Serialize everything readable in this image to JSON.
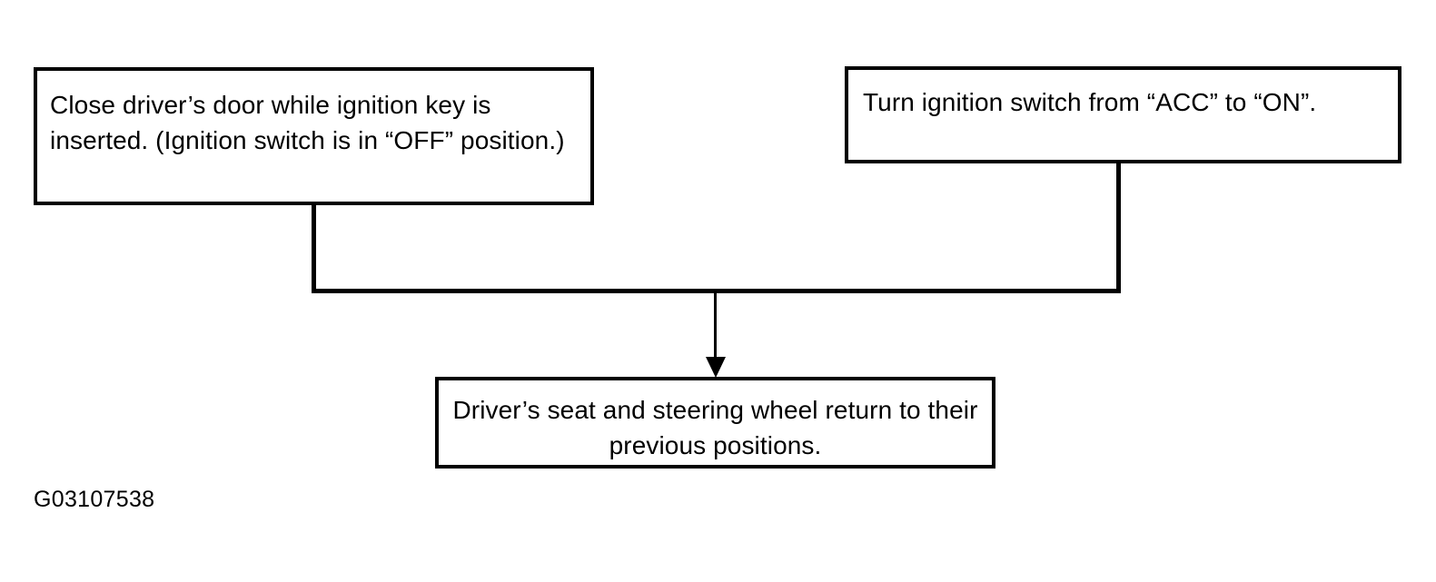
{
  "diagram": {
    "type": "flowchart",
    "background_color": "#ffffff",
    "line_color": "#000000",
    "caption": "G03107538",
    "nodes": [
      {
        "id": "close-door",
        "text": "Close driver’s door while ignition key is inserted. (Ignition switch is in “OFF” position.)",
        "align": "left"
      },
      {
        "id": "turn-ignition",
        "text": "Turn ignition switch from “ACC” to “ON”.",
        "align": "left"
      },
      {
        "id": "result",
        "text": "Driver’s seat and steering wheel return to their previous positions.",
        "align": "center"
      }
    ],
    "connectors": [
      {
        "id": "left-drop",
        "from": "close-door",
        "to": "merge-bar",
        "orientation": "vertical"
      },
      {
        "id": "right-drop",
        "from": "turn-ignition",
        "to": "merge-bar",
        "orientation": "vertical"
      },
      {
        "id": "merge-bar",
        "orientation": "horizontal"
      },
      {
        "id": "result-drop",
        "from": "merge-bar",
        "to": "result",
        "orientation": "vertical",
        "arrow": "down"
      }
    ]
  }
}
